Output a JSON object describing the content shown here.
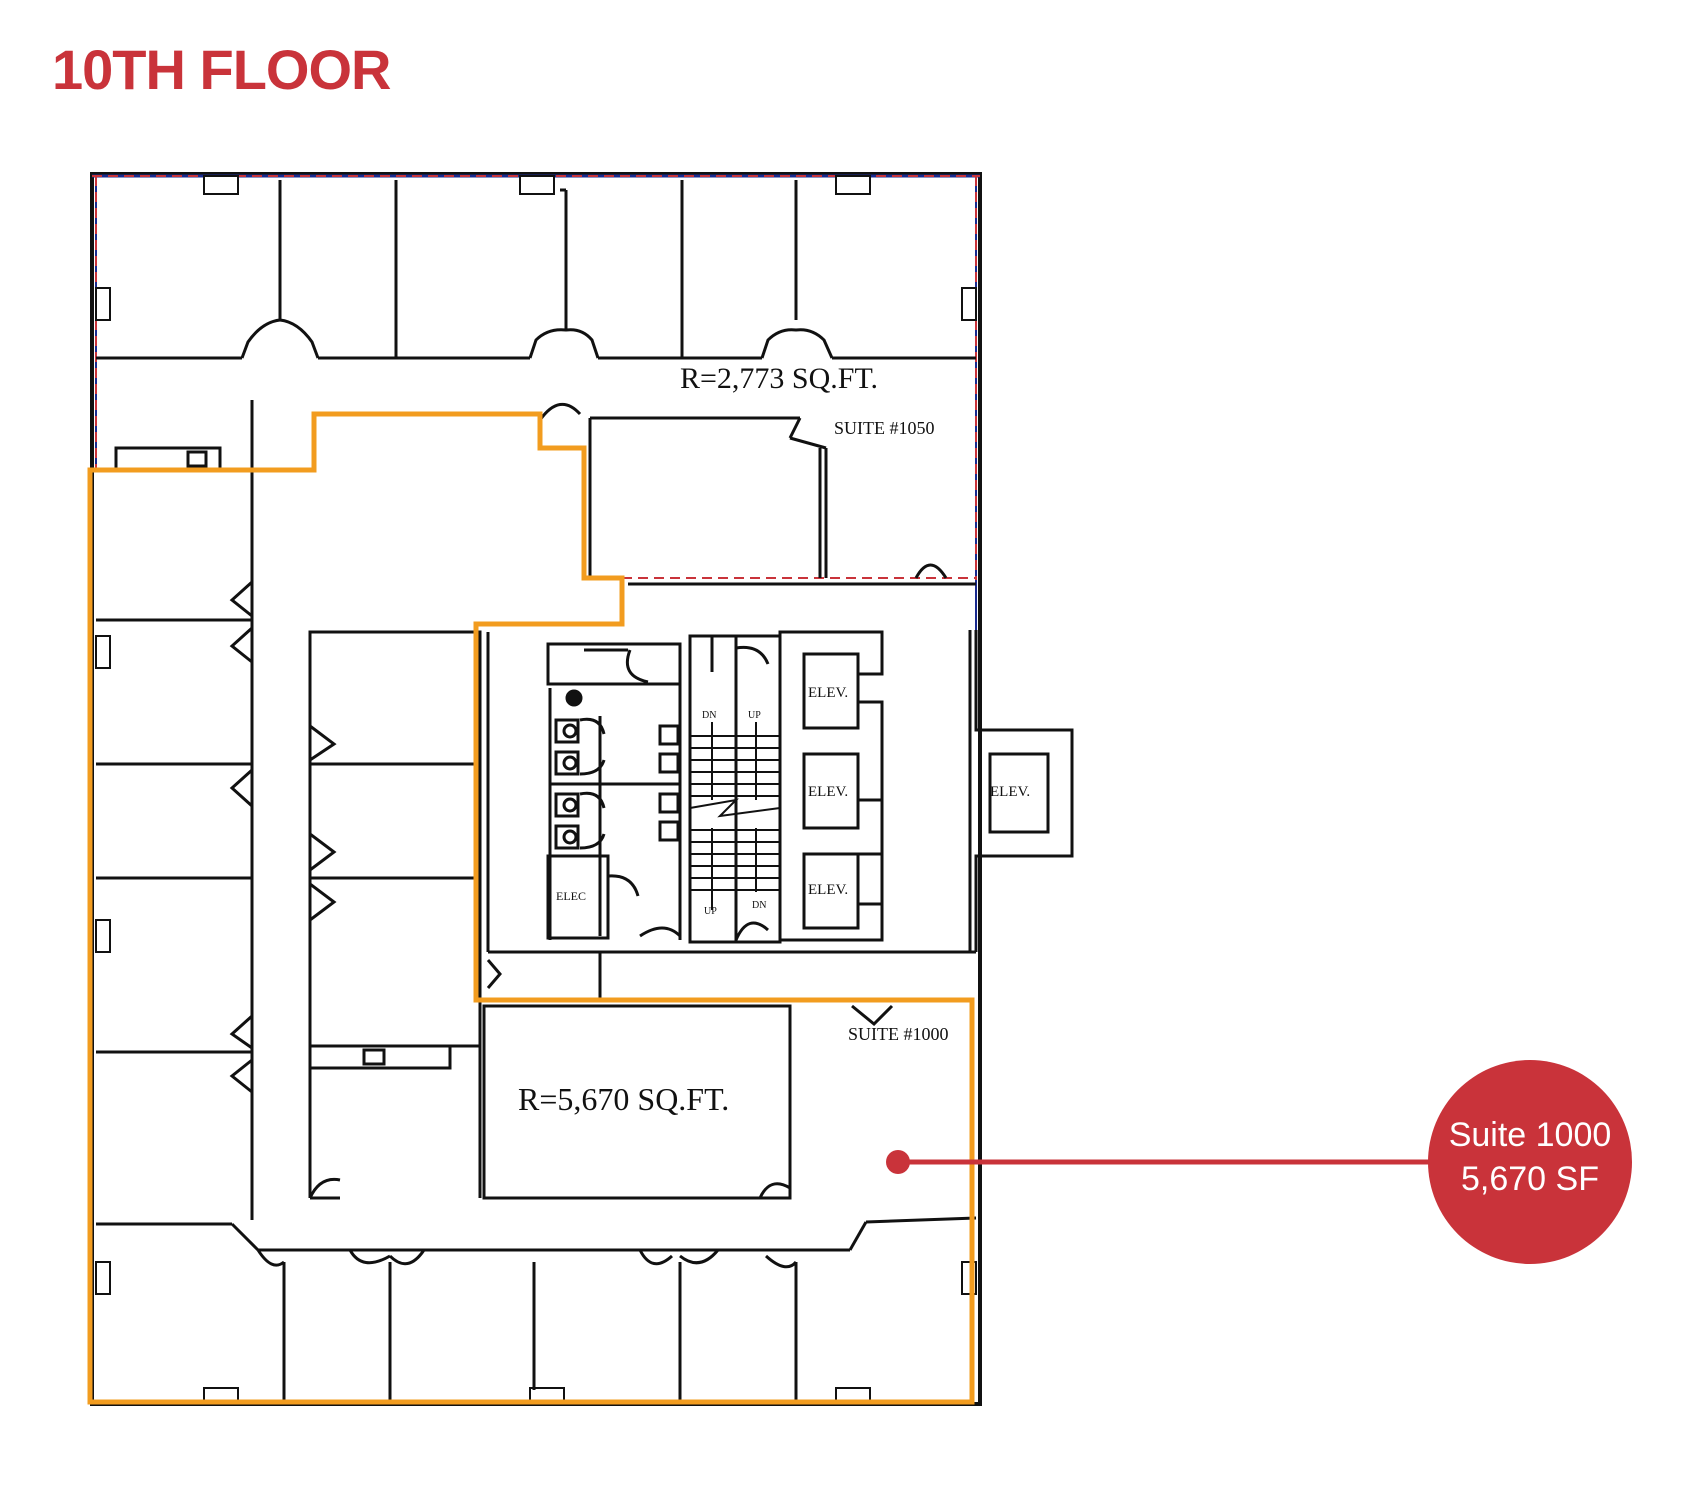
{
  "title": "10TH FLOOR",
  "suites": [
    {
      "name": "SUITE #1050",
      "area": "R=2,773 SQ.FT."
    },
    {
      "name": "SUITE #1000",
      "area": "R=5,670 SQ.FT."
    }
  ],
  "core_labels": {
    "elevator": "ELEV.",
    "electrical": "ELEC",
    "stair_down": "DN",
    "stair_up": "UP"
  },
  "callout": {
    "line1": "Suite 1000",
    "line2": "5,670 SF"
  },
  "colors": {
    "title": "#c9333a",
    "suite_outline": "#f29c1f",
    "callout": "#c9333a",
    "walls": "#111111",
    "perimeter_dash": "#c9333a",
    "perimeter_blue": "#1a2b8f"
  }
}
